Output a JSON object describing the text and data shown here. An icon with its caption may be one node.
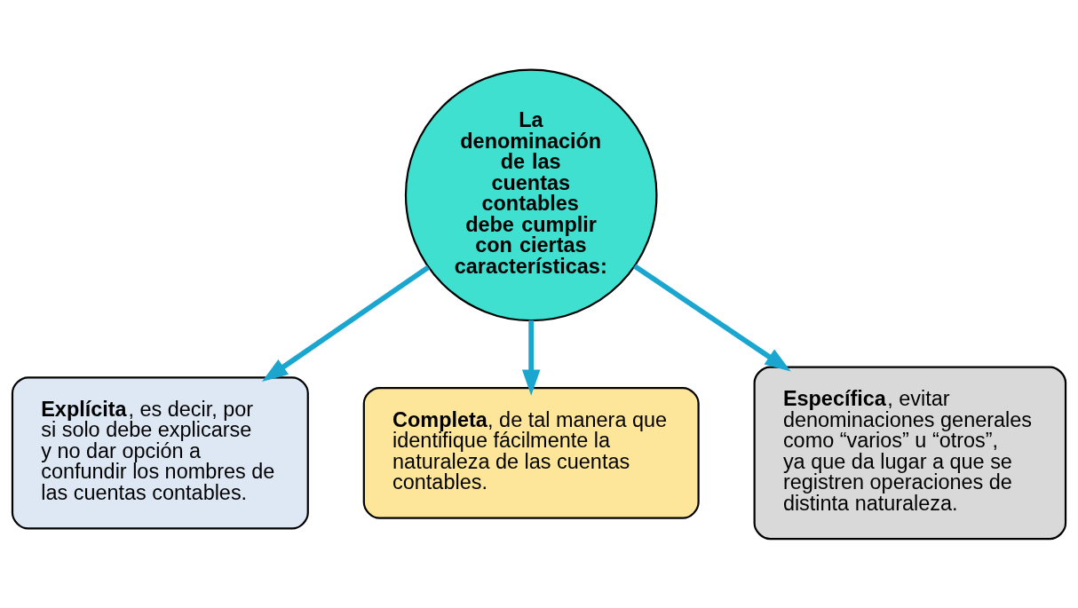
{
  "diagram": {
    "nodes": [
      {
        "text": [
          "**La denominación de las cuentas contables debe cumplir con ciertas características:**"
        ]
      },
      {
        "text": [
          "**Explícita**, es decir, por si solo debe explicarse y no dar opción a confundir los nombres de las cuentas contables."
        ]
      },
      {
        "text": [
          "**Completa**, de tal manera que identifique fácilmente la naturaleza de las cuentas contables."
        ]
      },
      {
        "text": [
          "**Específica**, evitar denominaciones generales como “varios” u “otros”, ya que da lugar a que se registren operaciones de distinta naturaleza."
        ]
      }
    ],
    "edges": [
      {
        "from": 0,
        "to": 1,
        "arrow": "to"
      },
      {
        "from": 0,
        "to": 2,
        "arrow": "to"
      },
      {
        "from": 0,
        "to": 3,
        "arrow": "to"
      }
    ]
  }
}
